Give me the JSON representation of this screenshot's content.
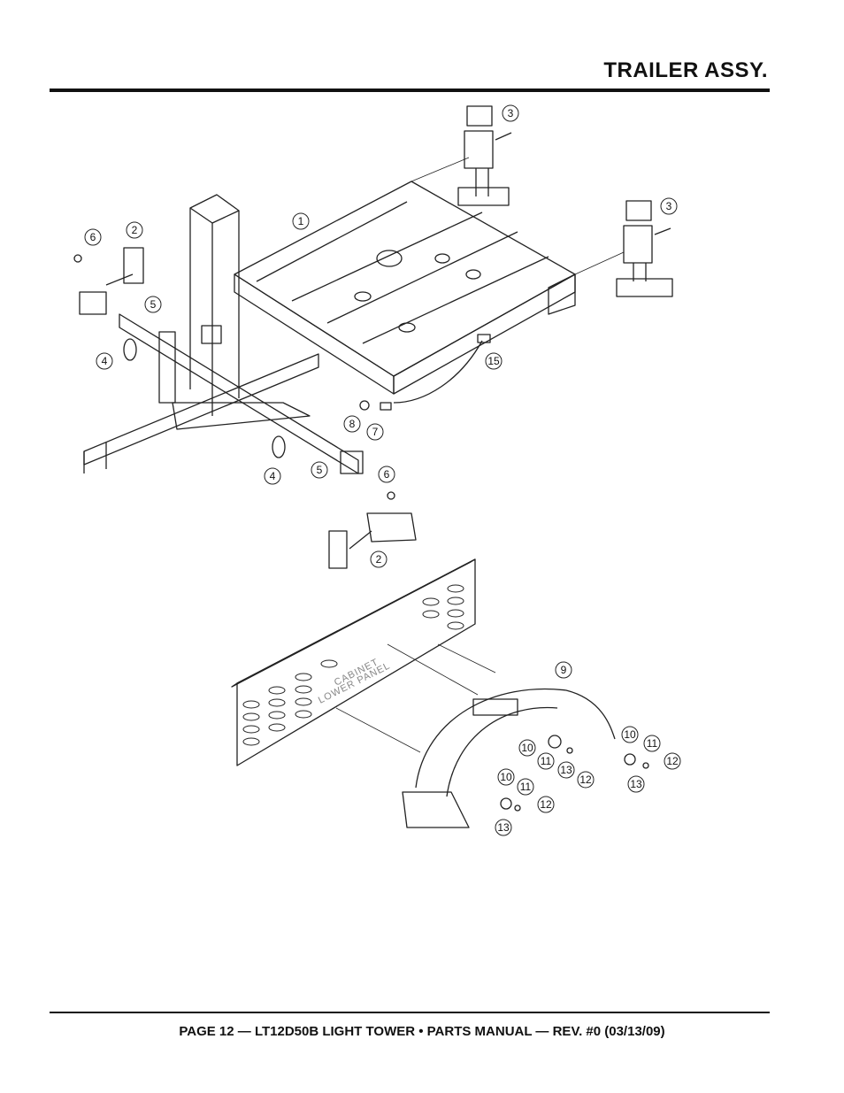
{
  "header": {
    "title": "TRAILER ASSY."
  },
  "footer": {
    "text": "PAGE 12 — LT12D50B LIGHT TOWER • PARTS MANUAL — REV. #0 (03/13/09)"
  },
  "diagram": {
    "panel_label_line1": "CABINET",
    "panel_label_line2": "LOWER PANEL",
    "callouts": [
      "1",
      "2",
      "2",
      "3",
      "3",
      "4",
      "4",
      "5",
      "5",
      "6",
      "6",
      "7",
      "8",
      "9",
      "10",
      "10",
      "10",
      "11",
      "11",
      "11",
      "12",
      "12",
      "12",
      "13",
      "13",
      "13",
      "15"
    ]
  }
}
